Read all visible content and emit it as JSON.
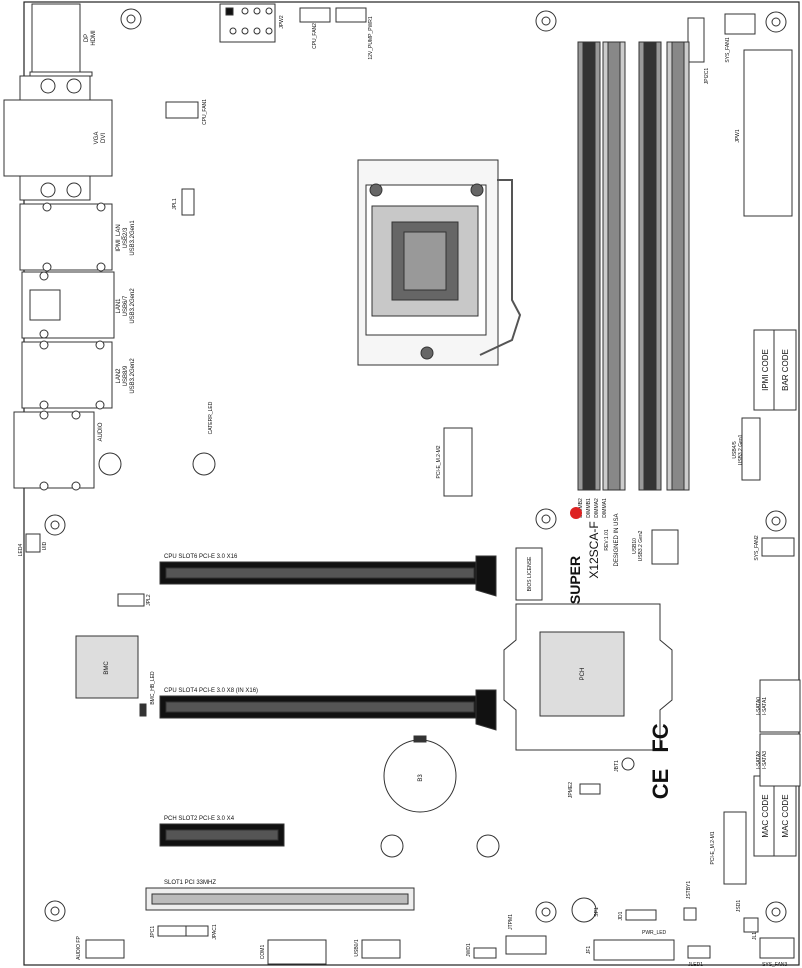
{
  "board": {
    "brand_super": "SUPER",
    "model": "X12SCA-F",
    "revision": "REV:1.01",
    "designed": "DESIGNED IN USA"
  },
  "io_ports": {
    "dp_hdmi": [
      "DP",
      "HDMI"
    ],
    "vga_dvi": [
      "VGA",
      "DVI"
    ],
    "ipmi_lan": [
      "IPMI_LAN",
      "USB2/3",
      "USB3.2Gen1"
    ],
    "lan1": [
      "LAN1",
      "USB6/7",
      "USB3.2Gen2"
    ],
    "lan2": [
      "LAN2",
      "USB8/9",
      "USB3.2Gen2"
    ],
    "audio": "AUDIO"
  },
  "headers": {
    "jpw2": "JPW2",
    "cpu_fan2": "CPU_FAN2",
    "pump_pwr": "12V_PUMP_PWR1",
    "cpu_fan1": "CPU_FAN1",
    "jpl1": "JPL1",
    "caterr_led": "CATERR_LED",
    "jpi2c1": "JPI2C1",
    "sys_fan1": "SYS_FAN1",
    "jpw1": "JPW1",
    "usb45": [
      "USB4/5",
      "USB3.2 Gen1"
    ],
    "usb10": [
      "USB10",
      "USB3.2 Gen2"
    ],
    "sys_fan2": "SYS_FAN2",
    "pcie_m2_m2": "PCI-E_M.2-M2",
    "pcie_m2_m1": "PCI-E_M.2-M1",
    "led4": "LED4",
    "uid": "UID",
    "jpl2": "JPL2",
    "bmc": "BMC",
    "bmc_hb_led": "BMC_HB_LED",
    "b3": "B3",
    "pch": "PCH",
    "bios_license": "BIOS LICENSE",
    "jbt1": "JBT1",
    "jpme2": "JPME2",
    "i_sata0_1": [
      "I-SATA0",
      "I-SATA1"
    ],
    "i_sata2_3": [
      "I-SATA2",
      "I-SATA3"
    ],
    "ipmi_code": "IPMI CODE",
    "bar_code": "BAR CODE",
    "mac_code": "MAC CODE",
    "jstby1": "JSTBY1",
    "jsd1": "JSD1",
    "jl1": "JL1",
    "sys_fan3": "SYS_FAN3",
    "audio_fp": "AUDIO FP",
    "jpc1": "JPC1",
    "jpac1": "JPAC1",
    "com1": "COM1",
    "usb01": "USB0/1",
    "jwd1": "JWD1",
    "jtpm1": "JTPM1",
    "jf1": "JF1",
    "pwr_led": "PWR_LED",
    "jled1": "JLED1",
    "jd1": "JD1",
    "sp1": "SP1",
    "dimm_labels": [
      "DIMMB2",
      "DIMMB1",
      "DIMMA2",
      "DIMMA1"
    ]
  },
  "slots": {
    "slot6": "CPU SLOT6 PCI-E 3.0 X16",
    "slot4": "CPU SLOT4 PCI-E 3.0 X8 (IN X16)",
    "slot2": "PCH SLOT2 PCI-E 3.0 X4",
    "slot1": "SLOT1 PCI 33MHZ"
  },
  "certifications": [
    "CE",
    "FC"
  ]
}
